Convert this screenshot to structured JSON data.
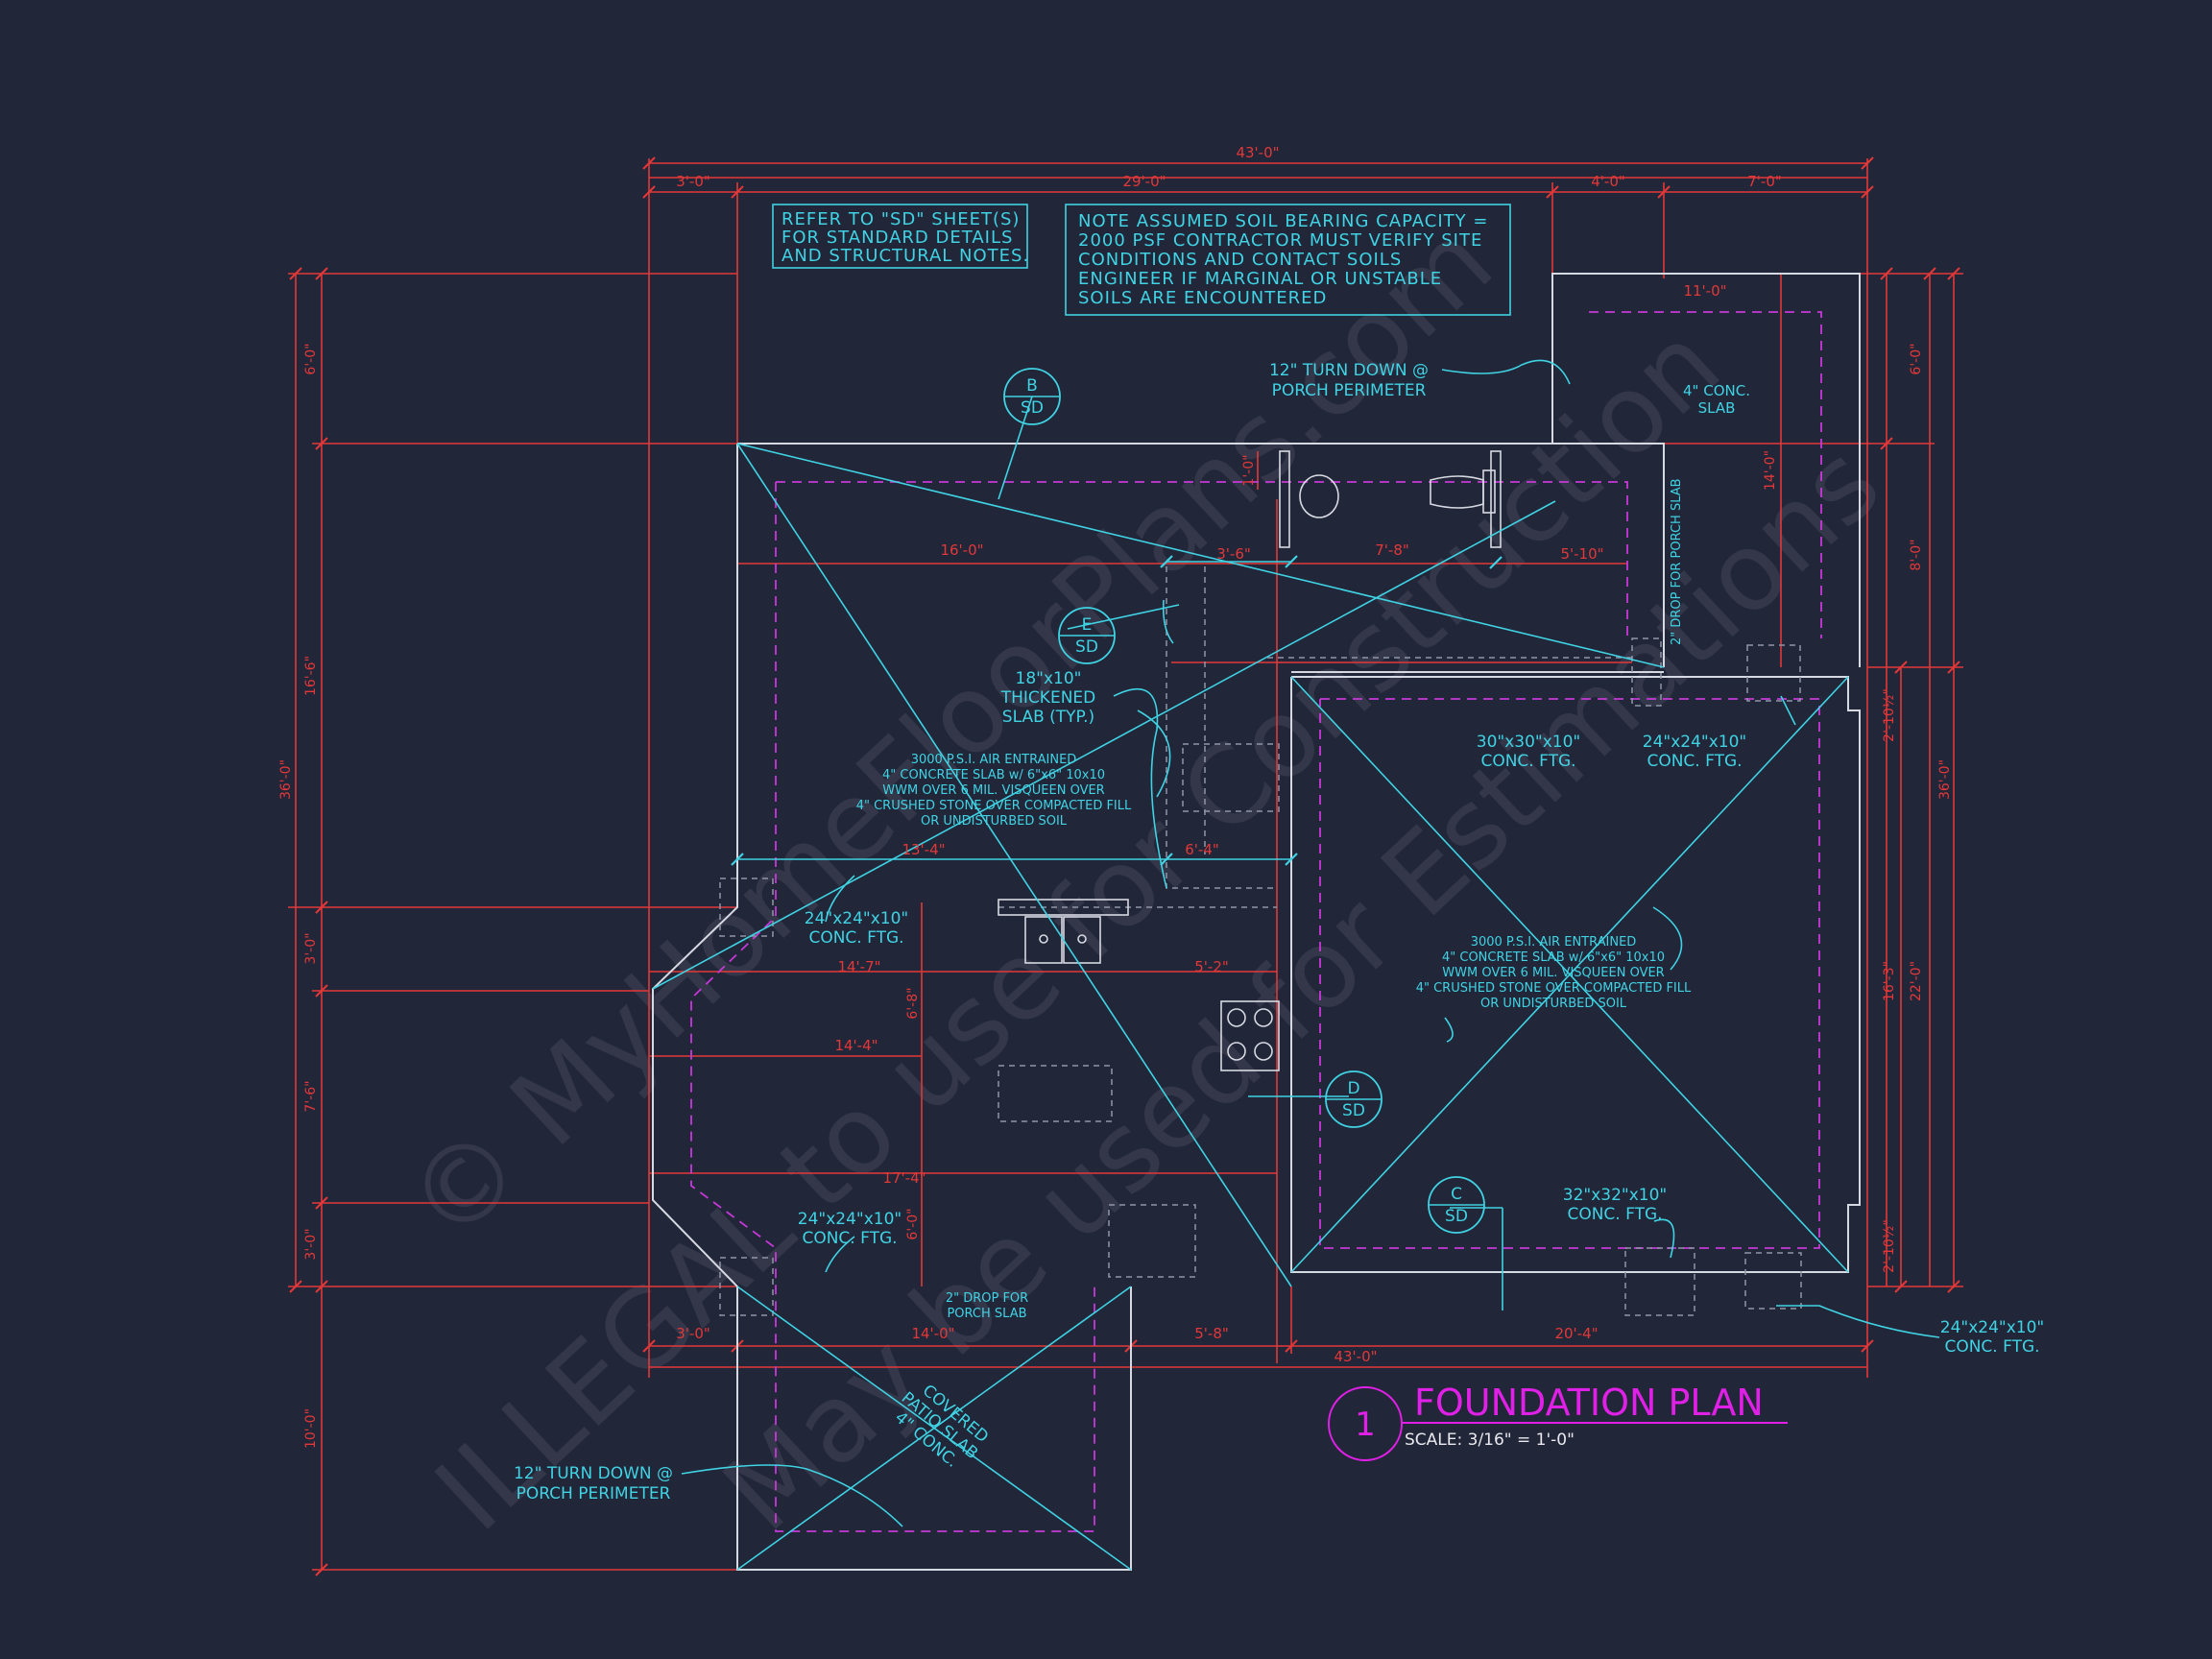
{
  "plan": {
    "title": "FOUNDATION PLAN",
    "scale": "SCALE: 3/16\" = 1'-0\"",
    "view_number": "1"
  },
  "notes": {
    "refer": [
      "REFER TO \"SD\" SHEET(S)",
      "FOR STANDARD DETAILS",
      "AND STRUCTURAL NOTES."
    ],
    "soil": [
      "NOTE ASSUMED SOIL BEARING CAPACITY =",
      "2000 PSF CONTRACTOR MUST VERIFY SITE",
      "CONDITIONS AND CONTACT SOILS",
      "ENGINEER IF MARGINAL OR UNSTABLE",
      "SOILS ARE ENCOUNTERED"
    ],
    "slab_left": [
      "3000 P.S.I. AIR ENTRAINED",
      "4\" CONCRETE SLAB w/ 6\"x6\" 10x10",
      "WWM OVER 6 MIL. VISQUEEN OVER",
      "4\" CRUSHED STONE OVER COMPACTED FILL",
      "OR UNDISTURBED SOIL"
    ],
    "slab_right": [
      "3000 P.S.I. AIR ENTRAINED",
      "4\" CONCRETE SLAB w/ 6\"x6\" 10x10",
      "WWM OVER 6 MIL. VISQUEEN OVER",
      "4\" CRUSHED STONE OVER COMPACTED FILL",
      "OR UNDISTURBED SOIL"
    ],
    "thickened": [
      "18\"x10\"",
      "THICKENED",
      "SLAB (TYP.)"
    ],
    "turn_down_top": [
      "12\" TURN DOWN @",
      "PORCH PERIMETER"
    ],
    "turn_down_bottom": [
      "12\" TURN DOWN @",
      "PORCH PERIMETER"
    ],
    "conc_slab": [
      "4\" CONC.",
      "SLAB"
    ],
    "drop_right": "2\" DROP FOR PORCH SLAB",
    "drop_bottom": [
      "2\" DROP FOR",
      "PORCH SLAB"
    ],
    "patio": [
      "COVERED",
      "PATIO SLAB",
      "4\" CONC."
    ],
    "ftg_24_a": [
      "24\"x24\"x10\"",
      "CONC. FTG."
    ],
    "ftg_24_b": [
      "24\"x24\"x10\"",
      "CONC. FTG."
    ],
    "ftg_24_c": [
      "24\"x24\"x10\"",
      "CONC. FTG."
    ],
    "ftg_24_d": [
      "24\"x24\"x10\"",
      "CONC. FTG."
    ],
    "ftg_30": [
      "30\"x30\"x10\"",
      "CONC. FTG."
    ],
    "ftg_32": [
      "32\"x32\"x10\"",
      "CONC. FTG."
    ]
  },
  "details": [
    {
      "letter": "B",
      "sheet": "SD"
    },
    {
      "letter": "E",
      "sheet": "SD"
    },
    {
      "letter": "D",
      "sheet": "SD"
    },
    {
      "letter": "C",
      "sheet": "SD"
    }
  ],
  "dimensions": {
    "top_overall": "43'-0\"",
    "top_segments": [
      "3'-0\"",
      "29'-0\"",
      "4'-0\"",
      "7'-0\""
    ],
    "bottom_overall": "43'-0\"",
    "bottom_segments": [
      "3'-0\"",
      "14'-0\"",
      "5'-8\"",
      "20'-4\""
    ],
    "left_overall": "36'-0\"",
    "left_segments": [
      "6'-0\"",
      "16'-6\"",
      "3'-0\"",
      "7'-6\"",
      "3'-0\"",
      "10'-0\""
    ],
    "right_overall": "36'-0\"",
    "right_segments": [
      "6'-0\"",
      "8'-0\"",
      "2'-10½\"",
      "16'-3\"",
      "2'-10½\""
    ],
    "right_inner": [
      "14'-0\"",
      "22'-0\""
    ],
    "porch_width": "11'-0\"",
    "interior": [
      "16'-0\"",
      "3'-6\"",
      "7'-8\"",
      "5'-10\"",
      "13'-4\"",
      "6'-4\"",
      "14'-7\"",
      "5'-2\"",
      "14'-4\"",
      "17'-4\"",
      "6'-8\"",
      "6'-0\"",
      "1'-0\""
    ]
  },
  "watermark": [
    "© MyHomeFloorPlans.com",
    "ILLEGAL to use for Construction",
    "May be used for Estimations"
  ],
  "colors": {
    "background": "#222639",
    "dimension": "#e23838",
    "annotation": "#3fd3e3",
    "walls": "#d7d9e2",
    "footing": "#c638d8",
    "title": "#e020e6"
  }
}
